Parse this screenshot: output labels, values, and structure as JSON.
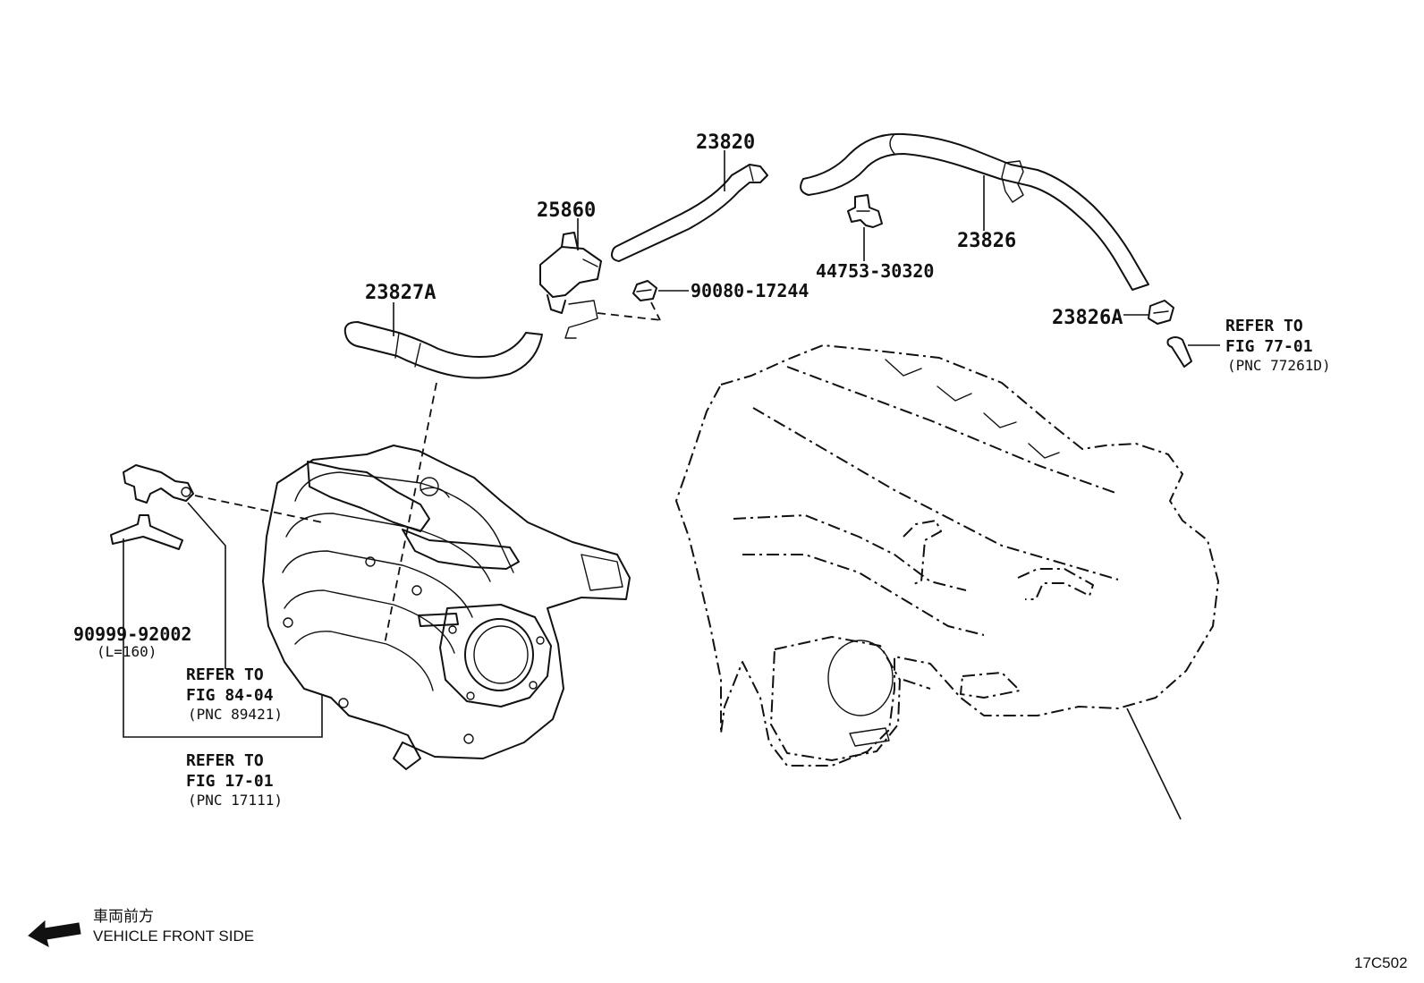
{
  "labels": {
    "p23820": "23820",
    "p25860": "25860",
    "p23827a": "23827A",
    "p90080": "90080-17244",
    "p44753": "44753-30320",
    "p23826": "23826",
    "p23826a": "23826A",
    "p90999": "90999-92002",
    "p90999_len": "(L=160)"
  },
  "refs": {
    "fig77": {
      "line1": "REFER TO",
      "line2": "FIG 77-01",
      "line3": "(PNC 77261D)"
    },
    "fig84": {
      "line1": "REFER TO",
      "line2": "FIG 84-04",
      "line3": "(PNC 89421)"
    },
    "fig17": {
      "line1": "REFER TO",
      "line2": "FIG 17-01",
      "line3": "(PNC 17111)"
    }
  },
  "legend": {
    "jp": "車両前方",
    "en": "VEHICLE FRONT SIDE"
  },
  "figure_code": "17C502"
}
